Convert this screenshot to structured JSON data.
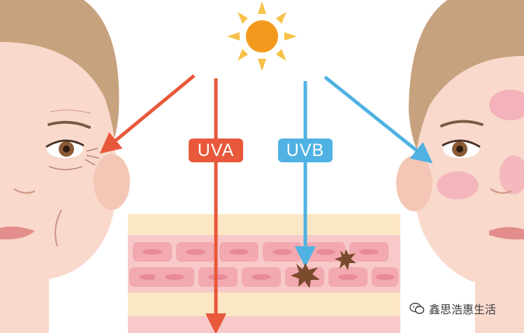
{
  "labels": {
    "uva": "UVA",
    "uvb": "UVB"
  },
  "watermark": {
    "text": "鑫思浩惠生活"
  },
  "colors": {
    "uva": "#e8583a",
    "uvb": "#4fb2e2",
    "sun": "#f39a1e",
    "sun_rays": "#f7c24a",
    "hair": "#c7a27e",
    "skin": "#f9d9cc",
    "skin_layer_top": "#fbe7c4",
    "cell_row_bg": "#f7c9c8",
    "cell": "#f2a9b0",
    "cell_core": "#e98a98",
    "damage_spot": "#7a4a2c",
    "redness": "#f2a9b7"
  },
  "icons": {
    "sun": "sun-icon",
    "watermark": "wechat-icon"
  }
}
